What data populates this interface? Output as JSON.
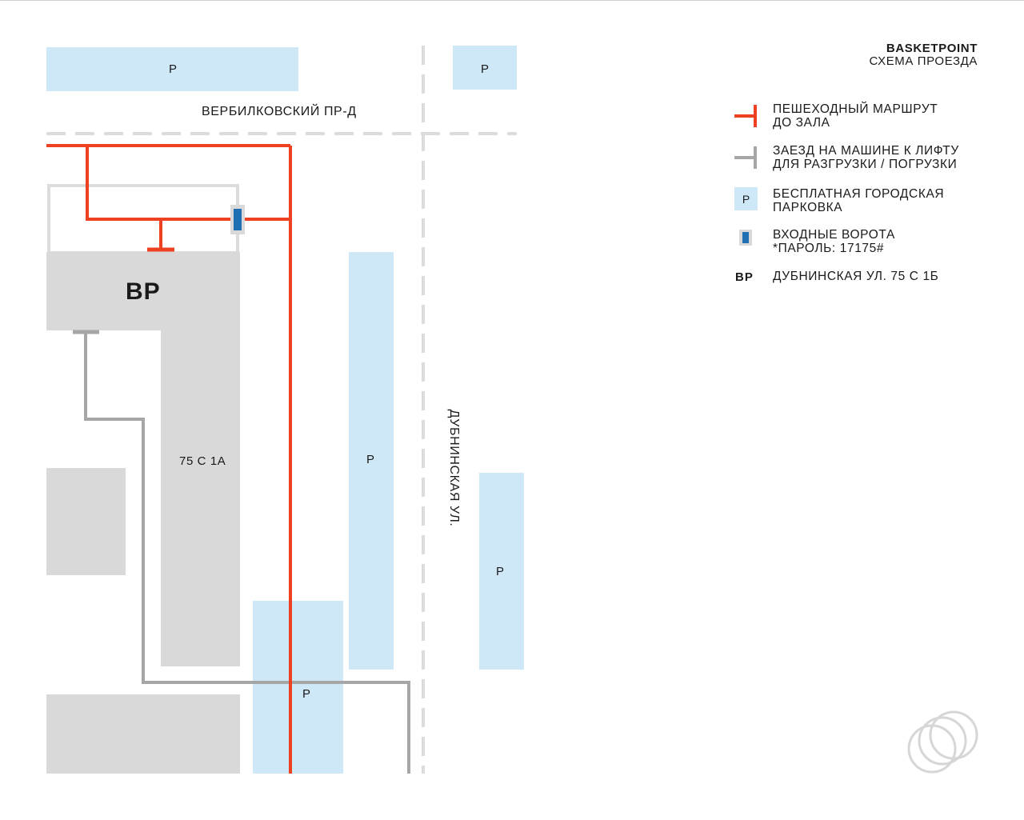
{
  "header": {
    "brand": "BASKETPOINT",
    "subtitle": "СХЕМА ПРОЕЗДА"
  },
  "map": {
    "streets": {
      "horizontal": "ВЕРБИЛКОВСКИЙ ПР-Д",
      "vertical": "ДУБНИНСКАЯ УЛ."
    },
    "parking_label": "Р",
    "building_mark": "BP",
    "building_label": "75 С 1А"
  },
  "legend": [
    {
      "symbol": "red-route-icon",
      "text": "ПЕШЕХОДНЫЙ МАРШРУТ\nДО ЗАЛА"
    },
    {
      "symbol": "gray-route-icon",
      "text": "ЗАЕЗД НА МАШИНЕ К ЛИФТУ\nДЛЯ РАЗГРУЗКИ / ПОГРУЗКИ"
    },
    {
      "symbol": "parking-icon",
      "text": "БЕСПЛАТНАЯ ГОРОДСКАЯ\nПАРКОВКА",
      "symbol_text": "Р"
    },
    {
      "symbol": "gate-icon",
      "text": "ВХОДНЫЕ ВОРОТА\n*ПАРОЛЬ: 17175#"
    },
    {
      "symbol": "bp-icon",
      "text": "ДУБНИНСКАЯ УЛ. 75 С 1Б",
      "symbol_text": "BP"
    }
  ],
  "colors": {
    "pedestrian_route": "#ee4122",
    "car_route": "#a6a6a6",
    "parking": "#cfe8f7",
    "building": "#d9d9d9",
    "gate": "#1f6fb2",
    "road_dash": "#dcdcdc"
  }
}
